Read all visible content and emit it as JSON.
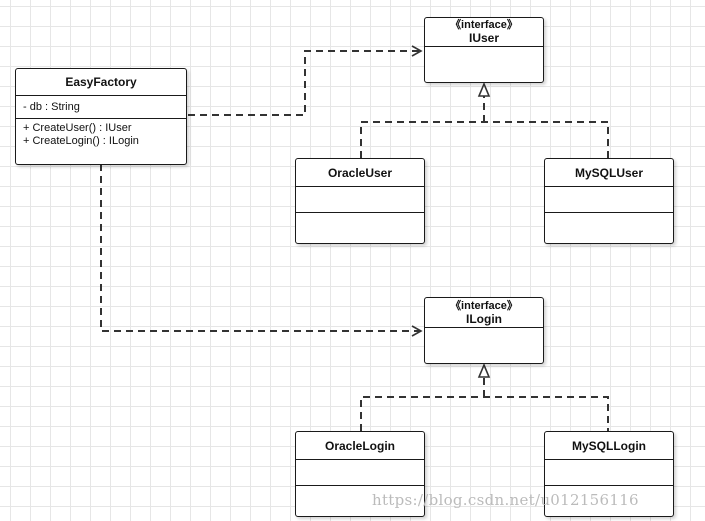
{
  "diagram": {
    "easy_factory": {
      "name": "EasyFactory",
      "attributes": [
        "- db : String"
      ],
      "methods": [
        "+ CreateUser() : IUser",
        "+ CreateLogin() : ILogin"
      ]
    },
    "iuser": {
      "stereotype": "《interface》",
      "name": "IUser"
    },
    "ilogin": {
      "stereotype": "《interface》",
      "name": "ILogin"
    },
    "oracle_user": {
      "name": "OracleUser"
    },
    "mysql_user": {
      "name": "MySQLUser"
    },
    "oracle_login": {
      "name": "OracleLogin"
    },
    "mysql_login": {
      "name": "MySQLLogin"
    }
  },
  "watermark": "https://blog.csdn.net/u012156116"
}
